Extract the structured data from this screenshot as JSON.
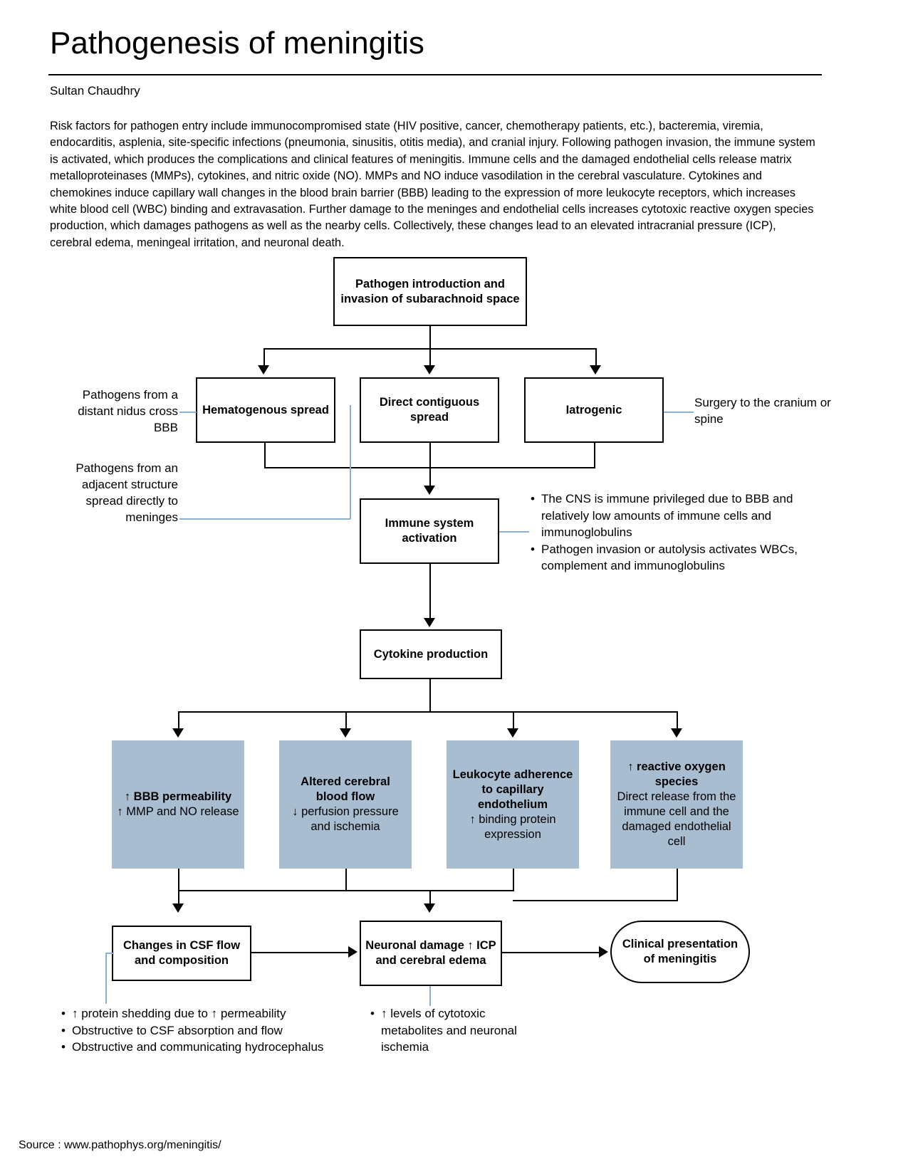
{
  "header": {
    "title": "Pathogenesis of meningitis",
    "author": "Sultan Chaudhry",
    "body": "Risk factors for pathogen entry include immunocompromised state (HIV positive, cancer, chemotherapy patients, etc.), bacteremia, viremia, endocarditis, asplenia, site-specific infections (pneumonia, sinusitis, otitis media), and cranial injury. Following pathogen invasion, the immune system is activated, which produces the complications and clinical features of meningitis. Immune cells and the damaged endothelial cells release matrix metalloproteinases (MMPs), cytokines, and nitric oxide (NO). MMPs and NO induce vasodilation in the cerebral vasculature. Cytokines and chemokines induce capillary wall changes in the blood brain barrier (BBB) leading to the expression of more leukocyte receptors, which increases white blood cell (WBC) binding and extravasation. Further damage to the meninges and endothelial cells increases cytotoxic reactive oxygen species production, which damages pathogens as well as the nearby cells. Collectively, these changes lead to an elevated intracranial pressure (ICP), cerebral edema, meningeal irritation, and neuronal death."
  },
  "flowchart": {
    "nodes": {
      "pathogen_intro": {
        "title": "Pathogen introduction and invasion of subarachnoid space"
      },
      "hematogenous": {
        "title": "Hematogenous spread"
      },
      "direct_contiguous": {
        "title": "Direct contiguous spread"
      },
      "iatrogenic": {
        "title": "Iatrogenic"
      },
      "immune_activation": {
        "title": "Immune system activation"
      },
      "cytokine": {
        "title": "Cytokine production"
      },
      "bbb_permeability": {
        "title": "↑ BBB permeability",
        "sub": "↑ MMP and NO release"
      },
      "cerebral_blood_flow": {
        "title": "Altered cerebral blood flow",
        "sub": "↓ perfusion pressure and ischemia"
      },
      "leukocyte_adherence": {
        "title": "Leukocyte adherence to capillary endothelium",
        "sub": "↑ binding protein expression"
      },
      "reactive_oxygen": {
        "title": "↑ reactive oxygen species",
        "sub": "Direct release from the immune cell and the damaged endothelial cell"
      },
      "csf_changes": {
        "title": "Changes in CSF flow and composition"
      },
      "neuronal_damage": {
        "title": "Neuronal damage ↑ ICP and cerebral edema"
      },
      "clinical_presentation": {
        "title": "Clinical presentation of meningitis"
      }
    },
    "annotations": {
      "distant_nidus": "Pathogens from a distant nidus cross BBB",
      "adjacent_structure": "Pathogens from an adjacent structure spread directly to meninges",
      "surgery": "Surgery to the cranium or spine",
      "immune_notes": [
        "The CNS is immune privileged due to BBB and relatively low amounts of immune cells and immunoglobulins",
        "Pathogen invasion or autolysis activates WBCs, complement and immunoglobulins"
      ],
      "csf_notes": [
        "↑ protein shedding due to ↑ permeability",
        "Obstructive to CSF absorption and flow",
        "Obstructive and communicating hydrocephalus"
      ],
      "neuronal_notes": [
        "↑ levels of cytotoxic metabolites and neuronal ischemia"
      ]
    }
  },
  "footer": {
    "source": "Source : www.pathophys.org/meningitis/"
  },
  "colors": {
    "blue_box_fill": "#a9bdd1",
    "leader_line": "#8ab0cf",
    "line": "#000000"
  }
}
